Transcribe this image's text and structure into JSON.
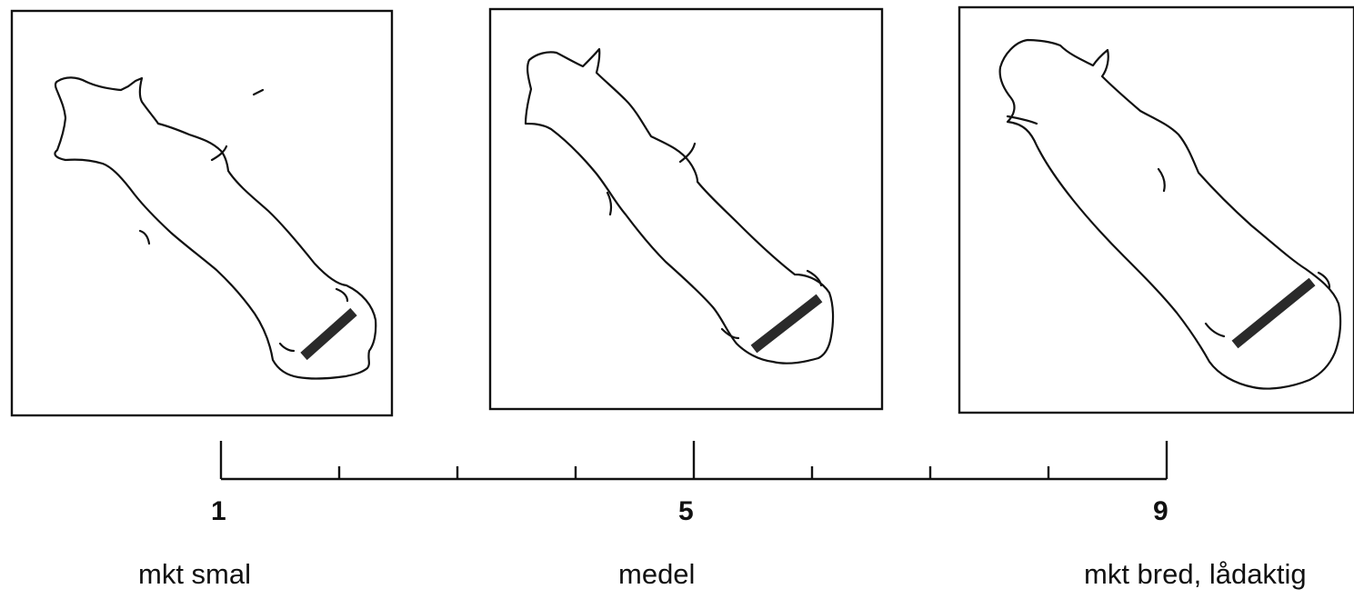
{
  "scale": {
    "min": 1,
    "max": 9,
    "tick_count": 9,
    "numbered_ticks": [
      {
        "value": 1,
        "label": "1"
      },
      {
        "value": 5,
        "label": "5"
      },
      {
        "value": 9,
        "label": "9"
      }
    ]
  },
  "panels": [
    {
      "score": 1,
      "caption": "mkt smal",
      "width_factor": 0.0
    },
    {
      "score": 5,
      "caption": "medel",
      "width_factor": 0.5
    },
    {
      "score": 9,
      "caption": "mkt bred, lådaktig",
      "width_factor": 1.0
    }
  ],
  "colors": {
    "ink": "#111111",
    "bar": "#2a2a2a",
    "background": "#ffffff"
  }
}
